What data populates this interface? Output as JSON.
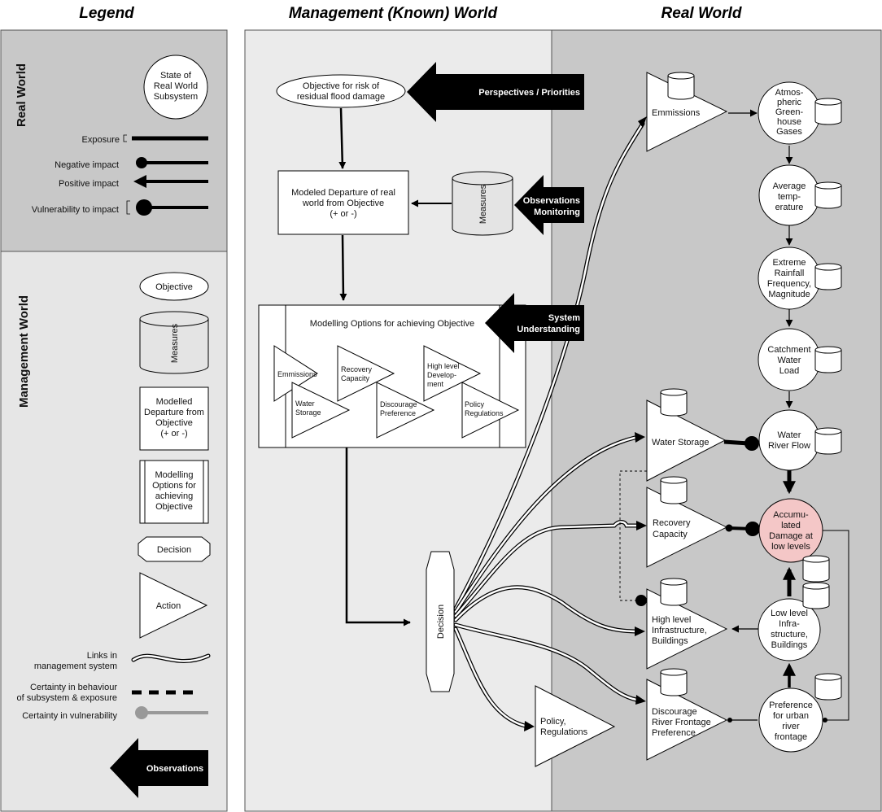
{
  "headers": {
    "legend": "Legend",
    "management": "Management (Known) World",
    "real": "Real World"
  },
  "legend": {
    "real_world_label": "Real World",
    "management_world_label": "Management World",
    "state_lines": [
      "State of",
      "Real World",
      "Subsystem"
    ],
    "exposure": "Exposure",
    "negative_impact": "Negative impact",
    "positive_impact": "Positive impact",
    "vulnerability": "Vulnerability to impact",
    "objective": "Objective",
    "measures": "Measures",
    "departure_lines": [
      "Modelled",
      "Departure from",
      "Objective",
      "(+ or -)"
    ],
    "options_lines": [
      "Modelling",
      "Options for",
      "achieving",
      "Objective"
    ],
    "decision": "Decision",
    "action": "Action",
    "links_lines": [
      "Links in",
      "management system"
    ],
    "certainty_behaviour_lines": [
      "Certainty in behaviour",
      "of subsystem & exposure"
    ],
    "certainty_vulnerability": "Certainty in vulnerability",
    "observations": "Observations"
  },
  "management": {
    "objective_lines": [
      "Objective for risk of",
      "residual flood damage"
    ],
    "departure_lines": [
      "Modeled Departure of real",
      "world from Objective",
      "(+ or -)"
    ],
    "measures": "Measures",
    "options_title": "Modelling Options for achieving Objective",
    "options_emmissions": [
      "Emmissions"
    ],
    "options_recovery": [
      "Recovery",
      "Capacity"
    ],
    "options_high": [
      "High level",
      "Develop-",
      "ment"
    ],
    "options_water": [
      "Water",
      "Storage"
    ],
    "options_discourage": [
      "Discourage",
      "Preference"
    ],
    "options_policy": [
      "Policy",
      "Regulations"
    ],
    "decision": "Decision",
    "policy_action_lines": [
      "Policy,",
      "Regulations"
    ]
  },
  "inputs": {
    "perspectives": "Perspectives / Priorities",
    "observations_lines": [
      "Observations",
      "Monitoring"
    ],
    "system_lines": [
      "System",
      "Understanding"
    ]
  },
  "real": {
    "emmissions": [
      "Emmissions"
    ],
    "water_storage": [
      "Water Storage"
    ],
    "recovery": [
      "Recovery",
      "Capacity"
    ],
    "high_infra": [
      "High level",
      "Infrastructure,",
      "Buildings"
    ],
    "discourage": [
      "Discourage",
      "River Frontage",
      "Preference"
    ],
    "atmospheric": [
      "Atmos-",
      "pheric",
      "Green-",
      "house",
      "Gases"
    ],
    "average": [
      "Average",
      "temp-",
      "erature"
    ],
    "rainfall": [
      "Extreme",
      "Rainfall",
      "Frequency,",
      "Magnitude"
    ],
    "catchment": [
      "Catchment",
      "Water",
      "Load"
    ],
    "river": [
      "Water",
      "River Flow"
    ],
    "damage": [
      "Accumu-",
      "lated",
      "Damage at",
      "low levels"
    ],
    "low_infra": [
      "Low level",
      "Infra-",
      "structure,",
      "Buildings"
    ],
    "preference": [
      "Preference",
      "for urban",
      "river",
      "frontage"
    ]
  },
  "colors": {
    "legend_top_bg": "#c8c8c8",
    "legend_bottom_bg": "#e6e6e6",
    "management_bg": "#ebebeb",
    "real_bg": "#c8c8c8",
    "damage_fill": "#f4c7c7",
    "certainty_vulnerability": "#999999"
  },
  "icons": {
    "input_arrow": "left-arrow-icon",
    "cylinder": "cylinder-icon"
  }
}
